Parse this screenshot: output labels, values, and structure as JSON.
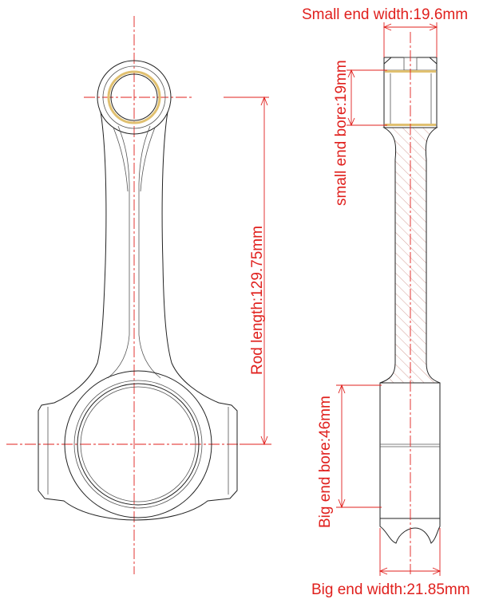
{
  "drawing": {
    "colors": {
      "dimension": "#e0201d",
      "outline": "#222222",
      "bushing": "#e0c070",
      "hatch": "#c98a80"
    },
    "dimensions": {
      "small_end_width": "Small end width:19.6mm",
      "small_end_bore": "small end bore:19mm",
      "rod_length": "Rod length:129.75mm",
      "big_end_bore": "Big end bore:46mm",
      "big_end_width": "Big end width:21.85mm"
    }
  }
}
